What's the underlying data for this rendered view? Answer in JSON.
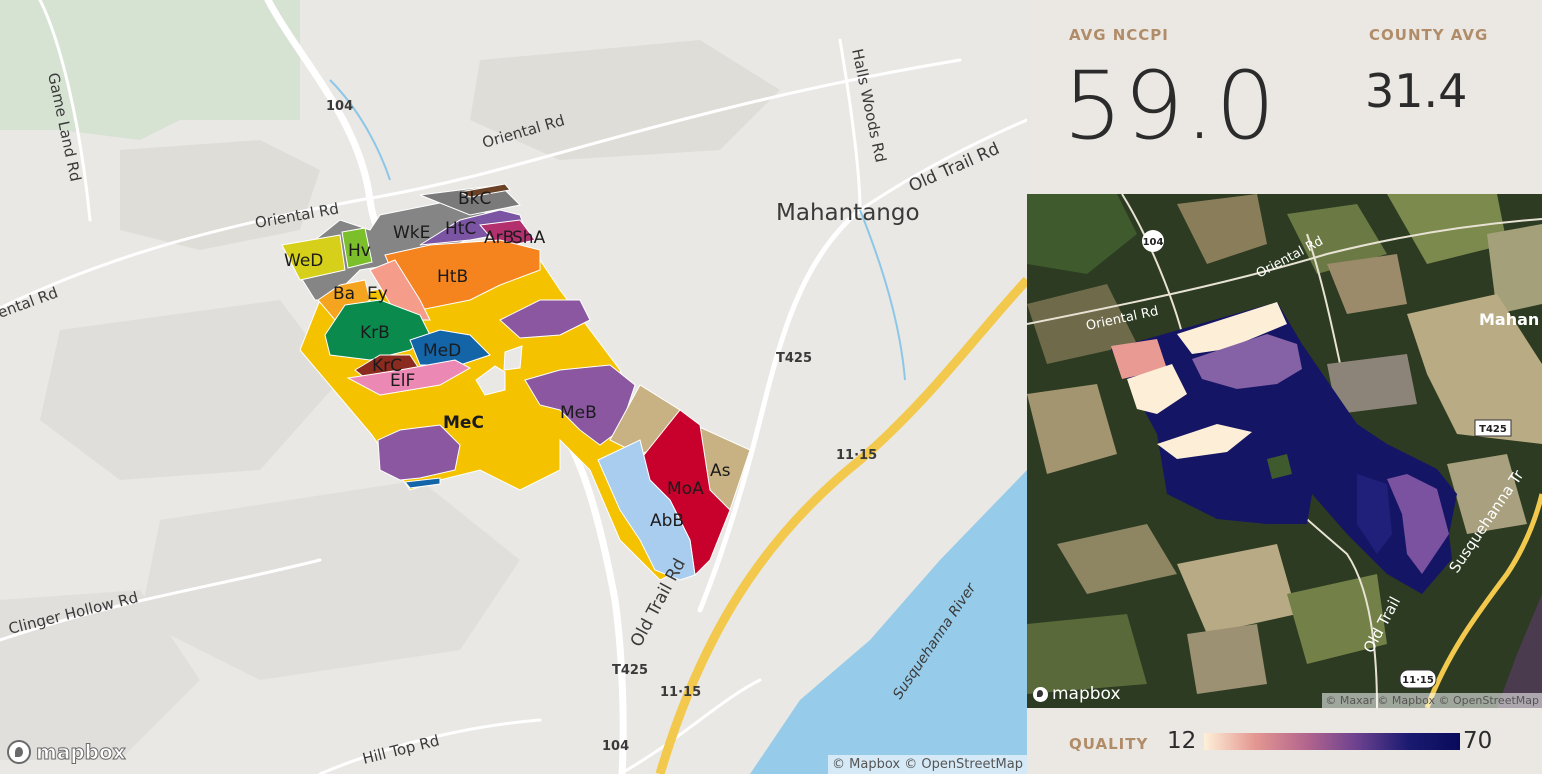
{
  "main_map": {
    "roads": {
      "oriental_rd_top": "Oriental Rd",
      "oriental_rd_mid": "Oriental Rd",
      "oriental_rd_left": "ental Rd",
      "game_land_rd": "Game Land Rd",
      "halls_woods_rd": "Halls Woods Rd",
      "old_trail_rd_ne": "Old Trail Rd",
      "old_trail_rd_s": "Old Trail Rd",
      "clinger_hollow_rd": "Clinger Hollow Rd",
      "hill_top_rd": "Hill Top Rd",
      "route_104_top": "104",
      "route_104_bottom": "104",
      "t425_mid": "T425",
      "t425_bottom": "T425",
      "us_11_15_mid": "11·15",
      "us_11_15_bottom": "11·15"
    },
    "place": "Mahantango",
    "river": "Susquehanna River",
    "soil_labels": [
      "BkC",
      "WkE",
      "HtC",
      "ArB",
      "ShA",
      "WeD",
      "Hv",
      "HtB",
      "Ba",
      "Ey",
      "KrB",
      "MeD",
      "KrC",
      "ElF",
      "MeC",
      "MeB",
      "As",
      "MoA",
      "AbB"
    ],
    "attribution": "© Mapbox © OpenStreetMap",
    "logo": "mapbox"
  },
  "stats": {
    "avg_label": "AVG NCCPI",
    "avg_value": "59.0",
    "county_label": "COUNTY AVG",
    "county_value": "31.4"
  },
  "satellite": {
    "labels": {
      "route_104": "104",
      "oriental_rd_a": "Oriental Rd",
      "oriental_rd_b": "Oriental Rd",
      "mahan": "Mahan",
      "t425": "T425",
      "old_trail": "Old Trail",
      "susquehanna": "Susquehanna Tr",
      "us_11_15": "11·15"
    },
    "logo": "mapbox",
    "attribution": "© Maxar © Mapbox © OpenStreetMap"
  },
  "legend": {
    "label": "QUALITY",
    "min": "12",
    "max": "70",
    "colors": [
      "#fef0d9",
      "#e49791",
      "#b3658e",
      "#6b418f",
      "#1a1a70",
      "#0a0a5c"
    ]
  }
}
